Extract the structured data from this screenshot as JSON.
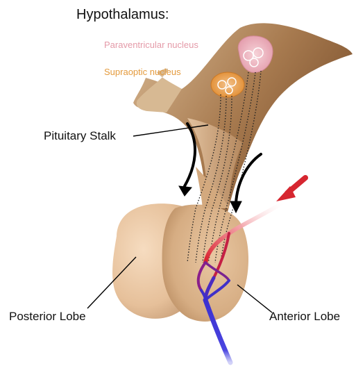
{
  "title": "Hypothalamus:",
  "nuclei": {
    "paraventricular": "Paraventricular nucleus",
    "supraoptic": "Supraoptic nucleus"
  },
  "labels": {
    "stalk": "Pituitary Stalk",
    "posterior": "Posterior Lobe",
    "anterior": "Anterior Lobe"
  },
  "colors": {
    "tissue_dark": "#8a5a33",
    "tissue_mid": "#c8a27a",
    "tissue_light": "#f1d2b3",
    "paraventricular": "#e8a6b2",
    "supraoptic": "#e89a3c",
    "arterial": "#d81e2b",
    "venous": "#3a2fd0"
  }
}
